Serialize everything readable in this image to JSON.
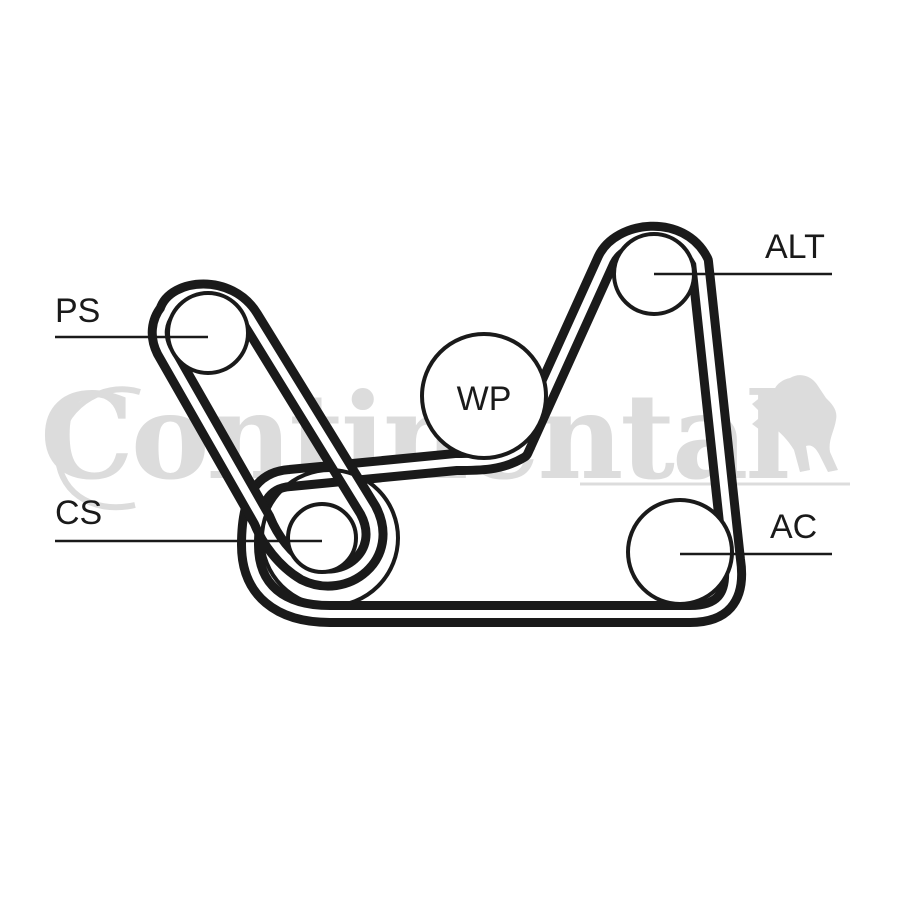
{
  "watermark": {
    "brand_text": "Continental",
    "logo_icon": "horse-icon"
  },
  "pulleys": {
    "ps": {
      "label": "PS"
    },
    "cs": {
      "label": "CS"
    },
    "wp": {
      "label": "WP"
    },
    "alt": {
      "label": "ALT"
    },
    "ac": {
      "label": "AC"
    }
  },
  "colors": {
    "belt": "#1a1a1a",
    "watermark": "#dcdcdc",
    "background": "#ffffff"
  }
}
